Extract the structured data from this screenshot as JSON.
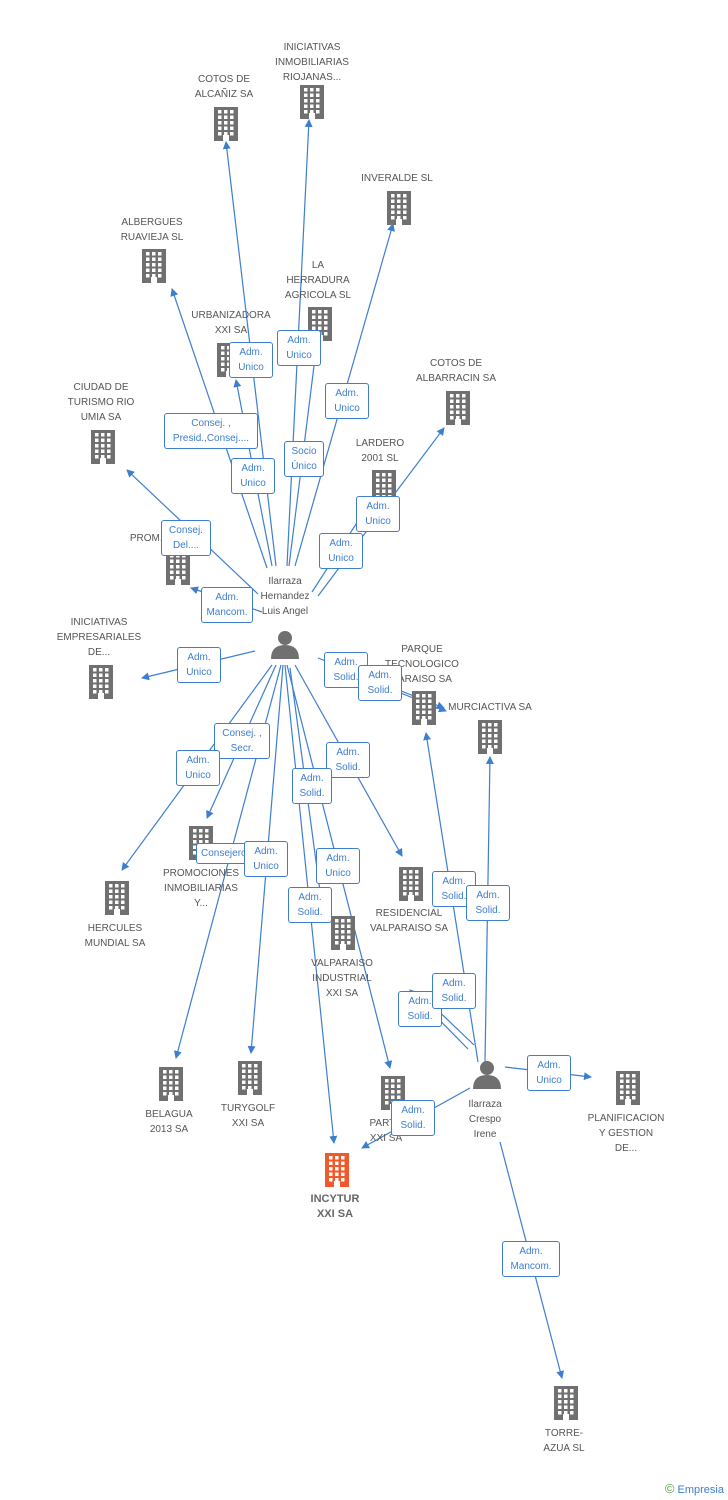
{
  "colors": {
    "edge": "#3d7ecf",
    "building": "#707070",
    "focus": "#f2592a",
    "person": "#707070"
  },
  "companies": [
    {
      "id": "iniciativas_riojanas",
      "name": "INICIATIVAS\nINMOBILIARIAS\nRIOJANAS..."
    },
    {
      "id": "cotos_alcaniz",
      "name": "COTOS DE\nALCAÑIZ SA"
    },
    {
      "id": "inveralde",
      "name": "INVERALDE SL"
    },
    {
      "id": "albergues",
      "name": "ALBERGUES\nRUAVIEJA SL"
    },
    {
      "id": "la_herradura",
      "name": "LA\nHERRADURA\nAGRICOLA SL"
    },
    {
      "id": "urbanizadora",
      "name": "URBANIZADORA\nXXI SA"
    },
    {
      "id": "cotos_albarracin",
      "name": "COTOS DE\nALBARRACIN SA"
    },
    {
      "id": "ciudad_turismo",
      "name": "CIUDAD DE\nTURISMO RIO\nUMIA SA"
    },
    {
      "id": "lardero",
      "name": "LARDERO\n2001 SL"
    },
    {
      "id": "prom_top",
      "name": "PROM..."
    },
    {
      "id": "iniciativas_empresariales",
      "name": "INICIATIVAS\nEMPRESARIALES\nDE..."
    },
    {
      "id": "parque_tecnologico",
      "name": "PARQUE\nTECNOLOGICO\nPARAISO SA"
    },
    {
      "id": "murciactiva",
      "name": "MURCIACTIVA SA"
    },
    {
      "id": "promociones_inmob",
      "name": "PROMOCIONES\nINMOBILIARIAS\nY..."
    },
    {
      "id": "hercules",
      "name": "HERCULES\nMUNDIAL SA"
    },
    {
      "id": "residencial",
      "name": "RESIDENCIAL\nVALPARAISO SA"
    },
    {
      "id": "valparaiso_ind",
      "name": "VALPARAISO\nINDUSTRIAL\nXXI SA"
    },
    {
      "id": "belagua",
      "name": "BELAGUA\n2013 SA"
    },
    {
      "id": "turygolf",
      "name": "TURYGOLF\nXXI SA"
    },
    {
      "id": "part",
      "name": "PART...\nXXI SA"
    },
    {
      "id": "incytur",
      "name": "INCYTUR\nXXI SA",
      "focus": true
    },
    {
      "id": "planificacion",
      "name": "PLANIFICACION\nY GESTION\nDE..."
    },
    {
      "id": "torre_azua",
      "name": "TORRE-\nAZUA SL"
    }
  ],
  "persons": [
    {
      "id": "luis",
      "name": "Ilarraza\nHernandez\nLuis Angel"
    },
    {
      "id": "irene",
      "name": "Ilarraza\nCrespo\nIrene"
    }
  ],
  "relations": [
    {
      "from": "luis",
      "to": "cotos_alcaniz",
      "label": "Adm.\nUnico"
    },
    {
      "from": "luis",
      "to": "iniciativas_riojanas",
      "label": "Adm.\nUnico"
    },
    {
      "from": "luis",
      "to": "inveralde",
      "label": "Adm.\nUnico"
    },
    {
      "from": "luis",
      "to": "albergues",
      "label": "Consej. ,\nPresid.,Consej...."
    },
    {
      "from": "luis",
      "to": "la_herradura",
      "label": "Socio\nÚnico"
    },
    {
      "from": "luis",
      "to": "urbanizadora",
      "label": "Adm.\nUnico"
    },
    {
      "from": "luis",
      "to": "cotos_albarracin",
      "label": "Adm.\nUnico"
    },
    {
      "from": "luis",
      "to": "ciudad_turismo",
      "label": "Consej.\nDel...."
    },
    {
      "from": "luis",
      "to": "lardero",
      "label": "Adm.\nUnico"
    },
    {
      "from": "luis",
      "to": "prom_top",
      "label": "Adm.\nMancom."
    },
    {
      "from": "luis",
      "to": "iniciativas_empresariales",
      "label": "Adm.\nUnico"
    },
    {
      "from": "luis",
      "to": "parque_tecnologico",
      "label": "Adm.\nSolid."
    },
    {
      "from": "luis",
      "to": "parque_tecnologico",
      "label": "Adm.\nSolid."
    },
    {
      "from": "luis",
      "to": "promociones_inmob",
      "label": "Consej. ,\nSecr."
    },
    {
      "from": "luis",
      "to": "hercules",
      "label": "Adm.\nUnico"
    },
    {
      "from": "luis",
      "to": "residencial",
      "label": "Adm.\nSolid."
    },
    {
      "from": "luis",
      "to": "valparaiso_ind",
      "label": "Adm.\nUnico"
    },
    {
      "from": "luis",
      "to": "belagua",
      "label": "Consejero"
    },
    {
      "from": "luis",
      "to": "turygolf",
      "label": "Adm.\nUnico"
    },
    {
      "from": "luis",
      "to": "part",
      "label": "Adm.\nSolid."
    },
    {
      "from": "luis",
      "to": "incytur",
      "label": "Adm.\nSolid."
    },
    {
      "from": "irene",
      "to": "parque_tecnologico",
      "label": "Adm.\nSolid."
    },
    {
      "from": "irene",
      "to": "murciactiva",
      "label": "Adm.\nSolid."
    },
    {
      "from": "irene",
      "to": "residencial",
      "label": "Adm.\nSolid."
    },
    {
      "from": "irene",
      "to": "valparaiso_ind",
      "label": "Adm.\nSolid."
    },
    {
      "from": "irene",
      "to": "incytur",
      "label": "Adm.\nSolid."
    },
    {
      "from": "irene",
      "to": "planificacion",
      "label": "Adm.\nUnico"
    },
    {
      "from": "irene",
      "to": "torre_azua",
      "label": "Adm.\nMancom."
    }
  ],
  "credit": {
    "symbol": "©",
    "brand": "Empresia"
  }
}
